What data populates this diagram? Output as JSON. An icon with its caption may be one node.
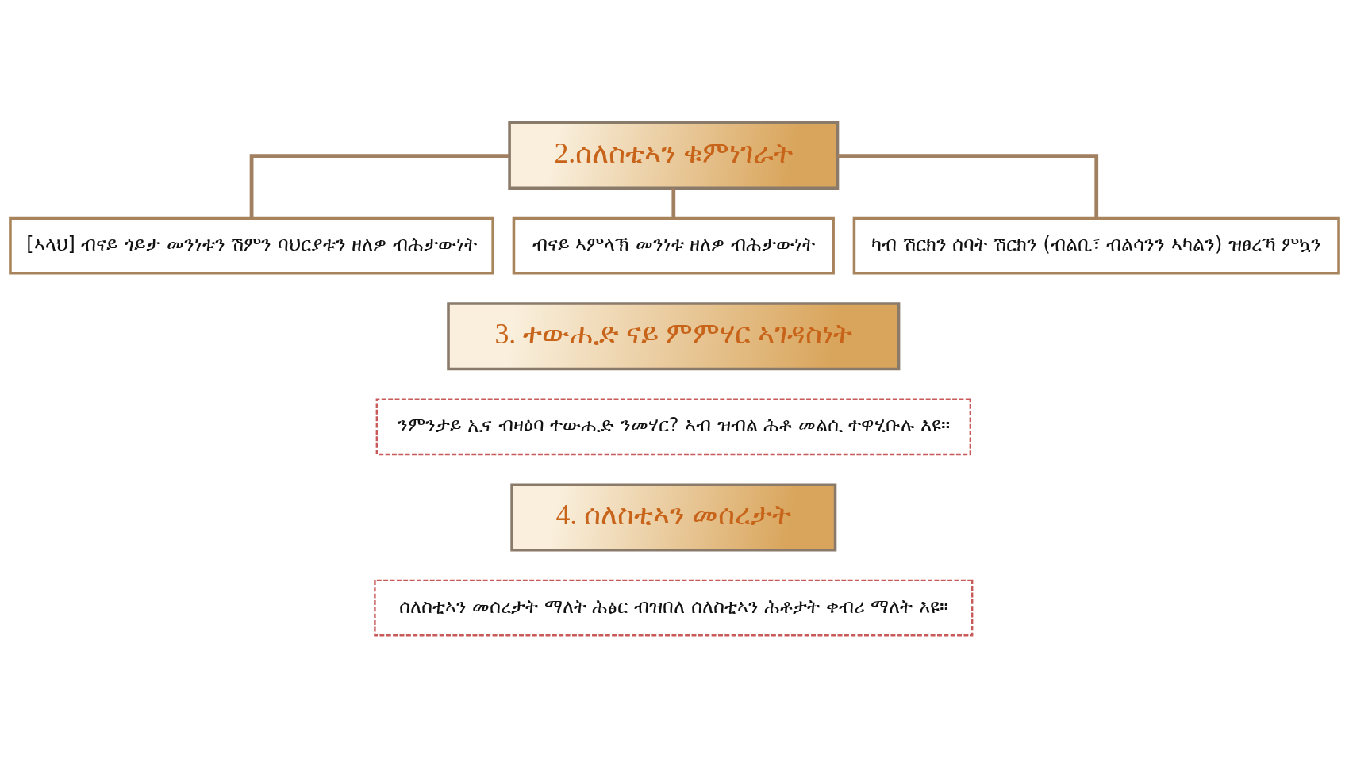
{
  "diagram": {
    "nodes": [
      {
        "text": [
          "2.ሰለስቲኣን ቁምነገራት"
        ]
      },
      {
        "text": [
          "[ኣላህ] ብናይ ጎይታ መንነቱን ሽምን ባህርያቱን ዘለዎ ብሕታውነት"
        ]
      },
      {
        "text": [
          "ብናይ ኣምላኽ መንነቱ ዘለዎ ብሕታውነት"
        ]
      },
      {
        "text": [
          "ካብ ሽርክን ሰባት ሽርክን (ብልቢ፣ ብልሳንን ኣካልን) ዝፀረኻ ምኳን"
        ]
      },
      {
        "text": [
          "3. ተውሒድ ናይ ምምሃር ኣገዳስነት"
        ]
      },
      {
        "text": [
          "ንምንታይ ኢና ብዛዕባ ተውሒድ ንመሃር? ኣብ ዝብል ሕቶ መልሲ ተዋሂቡሉ እዩ።"
        ]
      },
      {
        "text": [
          "4. ሰለስቲኣን መሰረታት"
        ]
      },
      {
        "text": [
          "ሰለስቲኣን መሰረታት ማለት ሕፅር ብዝበለ ሰለስቲኣን ሕቶታት ቀብሪ ማለት እዩ።"
        ]
      }
    ],
    "edges": [
      {
        "from": 0,
        "to": 1,
        "arrow": "none"
      },
      {
        "from": 0,
        "to": 2,
        "arrow": "none"
      },
      {
        "from": 0,
        "to": 3,
        "arrow": "none"
      }
    ]
  }
}
